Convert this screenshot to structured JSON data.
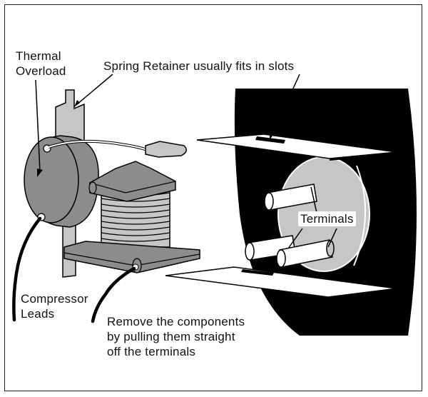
{
  "labels": {
    "thermal_overload": "Thermal\nOverload",
    "spring_retainer": "Spring Retainer usually fits in slots",
    "terminals": "Terminals",
    "compressor_leads": "Compressor\nLeads",
    "remove_instructions": "Remove the components\nby pulling them straight\noff the terminals"
  },
  "colors": {
    "black": "#000000",
    "component_gray": "#8c8c8c",
    "light_gray": "#c6c6c6",
    "white": "#ffffff"
  }
}
